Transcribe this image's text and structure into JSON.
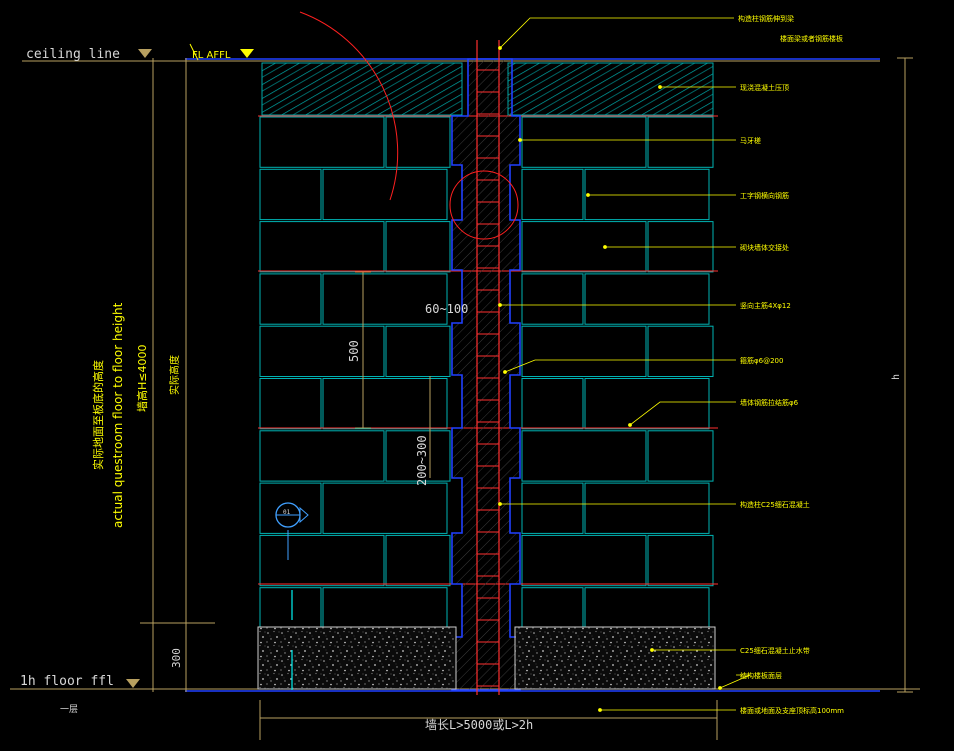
{
  "left_labels": {
    "ceiling": "ceiling line",
    "floor": "1h floor ffl",
    "floor_cn": "一层",
    "ceiling_level_code": "FL AFFL",
    "vertical_cn": "实际地面至板底的高度",
    "vertical_en": "actual questroom floor to floor height",
    "wall_height": "墙高H≤4000",
    "actual_height": "实际高度",
    "base_height": "300",
    "right_h": "h"
  },
  "dimensions": {
    "block_height": "500",
    "column_width": "60~100",
    "spacing": "200~300",
    "wall_length": "墙长L>5000或L>2h",
    "section_mark": "01"
  },
  "callouts": [
    "构造柱钢筋伸到梁",
    "楼面梁或者钢筋楼板",
    "现浇混凝土压顶",
    "马牙槎",
    "工字钢横向钢筋",
    "砌块墙体交接处",
    "竖向主筋4Xφ12",
    "箍筋φ6@200",
    "墙体钢筋拉结筋φ6",
    "构造柱C25细石混凝土",
    "C25细石混凝土止水带",
    "结构楼板面层",
    "楼面或地面及支座顶标高100mm"
  ],
  "colors": {
    "background": "#000000",
    "block": "#00b3b3",
    "column": "#2040ff",
    "rebar": "#ff3030",
    "dimension": "#b8a060",
    "text_yellow": "#ffff00",
    "text_white": "#d8d8d8"
  }
}
